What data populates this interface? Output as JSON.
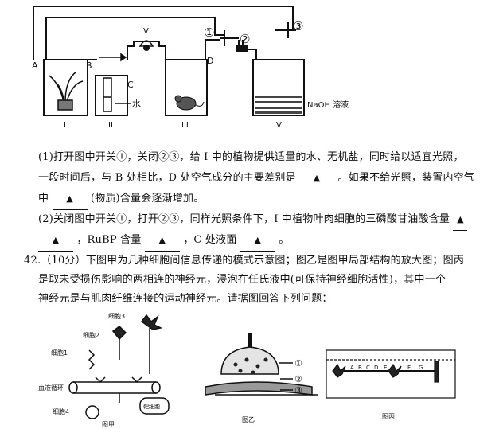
{
  "apparatus": {
    "switches": [
      "①",
      "②",
      "③"
    ],
    "points": [
      "A",
      "B",
      "C",
      "D"
    ],
    "valve_label": "V",
    "water_label": "水",
    "naoh_label": "NaOH 溶液",
    "containers": [
      "I",
      "II",
      "III",
      "IV"
    ]
  },
  "q1": {
    "line1": "(1)打开图中开关①，关闭②③，给 I 中的植物提供适量的水、无机盐，同时给以适宜光照，",
    "line2a": "一段时间后，与 B 处相比，D 处空气成分的主要差别是",
    "line2b": "。如果不给光照，装置内空气",
    "line3a": "中",
    "line3b": "(物质)含量会逐渐增加。"
  },
  "q2": {
    "line1": "(2)关闭图中开关①，打开②③，同样光照条件下，I 中植物叶肉细胞的三磷酸甘油酸含量",
    "line2a": "，RuBP 含量",
    "line2b": "，C 处液面",
    "line2c": "。"
  },
  "q42": {
    "line1": "42.（10分）下图甲为几种细胞间信息传递的模式示意图；图乙是图甲局部结构的放大图；图丙",
    "line2": "是取未受损伤影响的两相连的神经元，浸泡在任氏液中(可保持神经细胞活性)，其中一个",
    "line3": "神经元是与肌肉纤维连接的运动神经元。请据图回答下列问题："
  },
  "figures": {
    "jia": {
      "caption": "图甲",
      "cell1": "细胞1",
      "cell2": "细胞2",
      "cell3": "细胞3",
      "cell4": "细胞4",
      "blood": "血液循环",
      "target": "靶细胞"
    },
    "yi": {
      "caption": "图乙",
      "labels": [
        "①",
        "②",
        "③"
      ]
    },
    "bing": {
      "caption": "图丙",
      "letters": [
        "A",
        "B",
        "C",
        "D",
        "E",
        "F",
        "G"
      ]
    }
  }
}
